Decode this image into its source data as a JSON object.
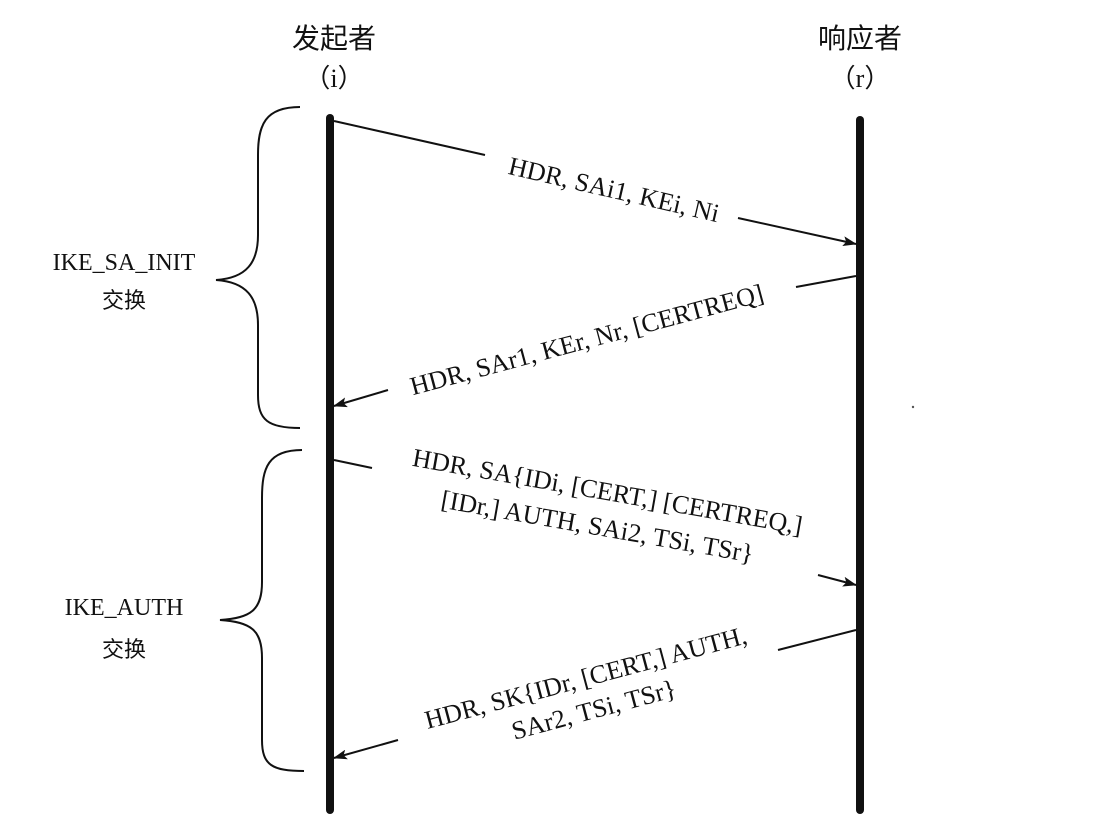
{
  "participants": {
    "initiator": {
      "name": "发起者",
      "tag": "（i）"
    },
    "responder": {
      "name": "响应者",
      "tag": "（r）"
    }
  },
  "exchanges": {
    "ike_sa_init": {
      "label": "IKE_SA_INIT",
      "sublabel": "交换"
    },
    "ike_auth": {
      "label": "IKE_AUTH",
      "sublabel": "交换"
    }
  },
  "messages": [
    {
      "direction": "initiator-to-responder",
      "lines": [
        "HDR, SAi1, KEi, Ni"
      ]
    },
    {
      "direction": "responder-to-initiator",
      "lines": [
        "HDR, SAr1, KEr, Nr, [CERTREQ]"
      ]
    },
    {
      "direction": "initiator-to-responder",
      "lines": [
        "HDR, SA{IDi, [CERT,] [CERTREQ,]",
        "[IDr,] AUTH, SAi2, TSi, TSr}"
      ]
    },
    {
      "direction": "responder-to-initiator",
      "lines": [
        "HDR, SK{IDr, [CERT,] AUTH,",
        "SAr2, TSi, TSr}"
      ]
    }
  ]
}
